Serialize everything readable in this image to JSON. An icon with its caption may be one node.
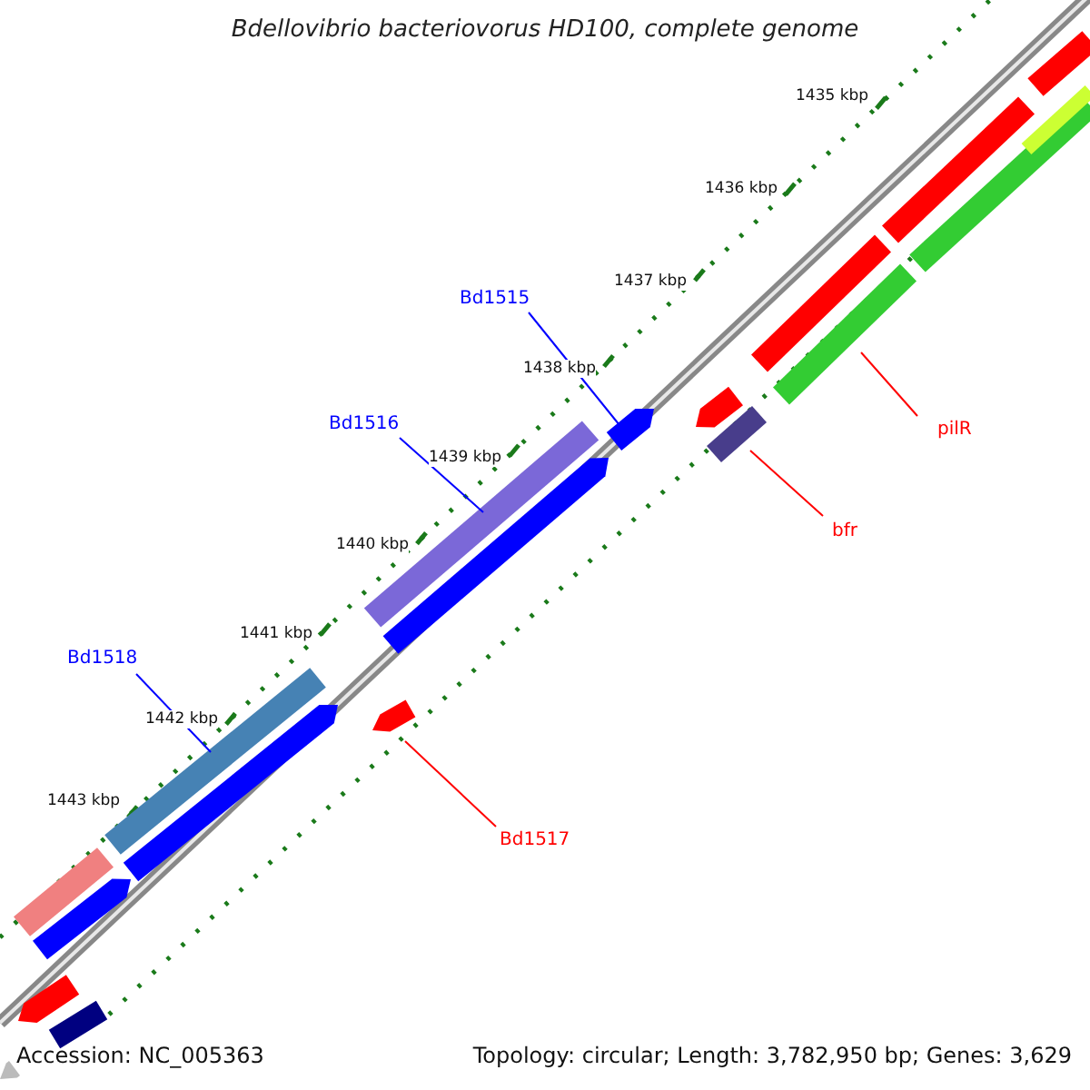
{
  "diagram": {
    "title": "Bdellovibrio bacteriovorus HD100, complete genome",
    "nodes": [
      {
        "text": [
          "Bd1515"
        ]
      },
      {
        "text": [
          "Bd1516"
        ]
      },
      {
        "text": [
          "Bd1518"
        ]
      },
      {
        "text": [
          "pilR"
        ]
      },
      {
        "text": [
          "bfr"
        ]
      },
      {
        "text": [
          "Bd1517"
        ]
      },
      {
        "text": [],
        "shape": "bar"
      },
      {
        "text": [],
        "shape": "bar"
      },
      {
        "text": [],
        "shape": "bar"
      },
      {
        "text": [],
        "shape": "bar"
      },
      {
        "text": [],
        "shape": "bar"
      },
      {
        "text": [],
        "shape": "bar"
      },
      {
        "text": [],
        "shape": "bar"
      },
      {
        "text": [],
        "shape": "bar"
      },
      {
        "text": [],
        "shape": "bar"
      },
      {
        "text": [],
        "shape": "bar"
      },
      {
        "text": [],
        "shape": "bar"
      },
      {
        "text": [],
        "shape": "bar"
      },
      {
        "text": [],
        "shape": "bar"
      },
      {
        "text": [],
        "shape": "bar"
      },
      {
        "text": [],
        "shape": "bar"
      },
      {
        "text": [],
        "shape": "bar"
      },
      {
        "text": [],
        "shape": "bar"
      },
      {
        "text": [],
        "shape": "bar"
      },
      {
        "text": [],
        "shape": "bar"
      }
    ],
    "edges": [
      {
        "from": 0,
        "to": 6,
        "arrow": "none",
        "color": "#0000ff"
      },
      {
        "from": 1,
        "to": 7,
        "arrow": "none",
        "color": "#0000ff"
      },
      {
        "from": 2,
        "to": 8,
        "arrow": "none",
        "color": "#0000ff"
      },
      {
        "from": 3,
        "to": 9,
        "arrow": "none",
        "color": "#ff0000"
      },
      {
        "from": 4,
        "to": 10,
        "arrow": "none",
        "color": "#ff0000"
      },
      {
        "from": 5,
        "to": 11,
        "arrow": "none",
        "color": "#ff0000"
      }
    ],
    "labels": [
      "1435 kbp",
      "1436 kbp",
      "1437 kbp",
      "1438 kbp",
      "1439 kbp",
      "1440 kbp",
      "1441 kbp",
      "1442 kbp",
      "1443 kbp",
      "Accession: NC_005363",
      "Topology: circular; Length: 3,782,950 bp; Genes: 3,629"
    ]
  }
}
